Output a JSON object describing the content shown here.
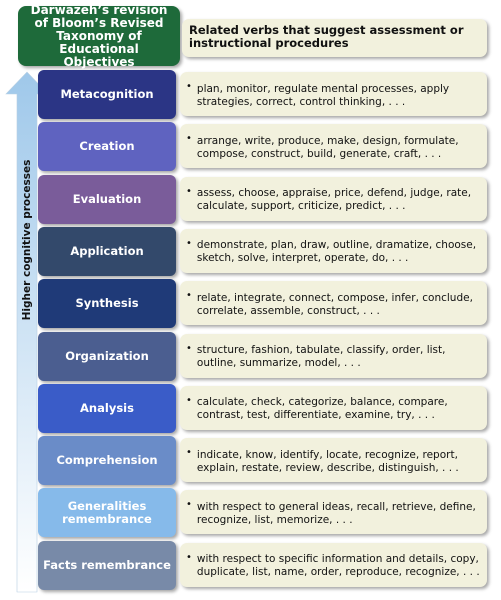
{
  "title": "Darwazeh’s revision of Bloom’s Revised Taxonomy of Educational Objectives",
  "header": "Related verbs that suggest assessment or instructional procedures",
  "axis_label": "Higher cognitive processes",
  "bullet": "•",
  "colors": {
    "title_bg": "#1e6a3a",
    "verbs_bg": "#f2f1dd",
    "arrow_top": "#9fc8ea",
    "arrow_bottom": "#ffffff"
  },
  "levels": [
    {
      "label": "Metacognition",
      "color": "#2b3585",
      "verbs": "plan, monitor, regulate mental processes, apply strategies, correct, control thinking, . . ."
    },
    {
      "label": "Creation",
      "color": "#5f63c0",
      "verbs": "arrange, write, produce, make, design, formulate, compose, construct, build, generate, craft, . . ."
    },
    {
      "label": "Evaluation",
      "color": "#7a5c9a",
      "verbs": "assess, choose, appraise, price, defend, judge, rate, calculate, support, criticize, predict, . . ."
    },
    {
      "label": "Application",
      "color": "#33496b",
      "verbs": "demonstrate, plan, draw, outline, dramatize, choose, sketch, solve, interpret, operate, do, . . ."
    },
    {
      "label": "Synthesis",
      "color": "#1f3a78",
      "verbs": "relate, integrate, connect, compose, infer, conclude, correlate, assemble, construct, . . ."
    },
    {
      "label": "Organization",
      "color": "#4b5e90",
      "verbs": "structure, fashion, tabulate, classify, order, list, outline, summarize, model, . . ."
    },
    {
      "label": "Analysis",
      "color": "#3a5cc8",
      "verbs": "calculate, check, categorize, balance, compare, contrast, test, differentiate, examine, try, . . ."
    },
    {
      "label": "Comprehension",
      "color": "#6a8cc8",
      "verbs": "indicate, know, identify, locate, recognize, report, explain, restate, review, describe, distinguish, . . ."
    },
    {
      "label": "Generalities remembrance",
      "color": "#86baea",
      "verbs": "with respect to general ideas, recall, retrieve, define, recognize, list, memorize, . . ."
    },
    {
      "label": "Facts remembrance",
      "color": "#788aa8",
      "verbs": "with respect to specific information and details, copy, duplicate, list, name, order, reproduce, recognize, . . ."
    }
  ]
}
